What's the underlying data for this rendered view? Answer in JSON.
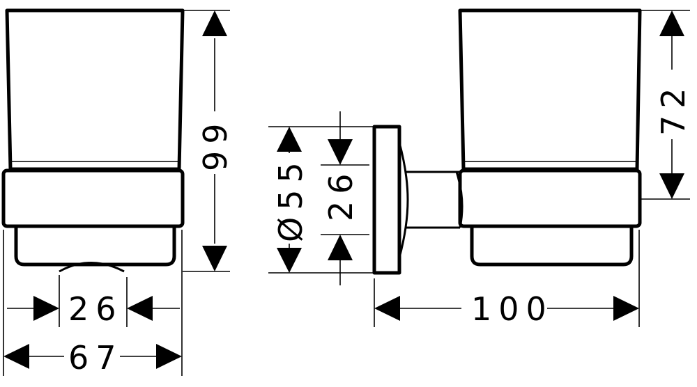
{
  "drawing": {
    "left_view": {
      "overall_height": "99",
      "bottom_width": "26",
      "overall_width": "67"
    },
    "right_view": {
      "glass_height": "72",
      "rosette_diameter": "Ø55",
      "arm_diameter": "26",
      "projection": "100"
    }
  }
}
